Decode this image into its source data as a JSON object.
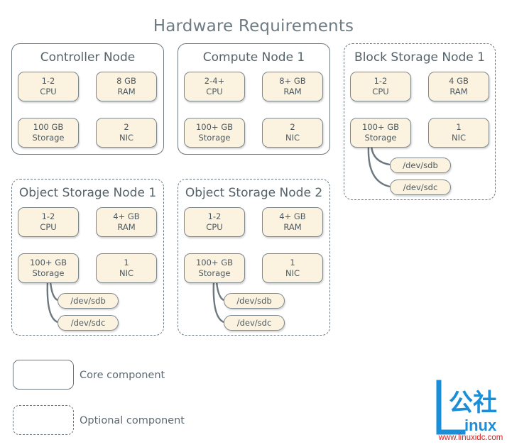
{
  "title": "Hardware Requirements",
  "nodes": {
    "controller": {
      "title": "Controller Node",
      "cpu": [
        "1-2",
        "CPU"
      ],
      "ram": [
        "8 GB",
        "RAM"
      ],
      "storage": [
        "100 GB",
        "Storage"
      ],
      "nic": [
        "2",
        "NIC"
      ]
    },
    "compute": {
      "title": "Compute Node 1",
      "cpu": [
        "2-4+",
        "CPU"
      ],
      "ram": [
        "8+ GB",
        "RAM"
      ],
      "storage": [
        "100+ GB",
        "Storage"
      ],
      "nic": [
        "2",
        "NIC"
      ]
    },
    "block": {
      "title": "Block Storage Node 1",
      "cpu": [
        "1-2",
        "CPU"
      ],
      "ram": [
        "4 GB",
        "RAM"
      ],
      "storage": [
        "100+ GB",
        "Storage"
      ],
      "nic": [
        "1",
        "NIC"
      ],
      "disks": [
        "/dev/sdb",
        "/dev/sdc"
      ]
    },
    "object1": {
      "title": "Object Storage Node 1",
      "cpu": [
        "1-2",
        "CPU"
      ],
      "ram": [
        "4+ GB",
        "RAM"
      ],
      "storage": [
        "100+ GB",
        "Storage"
      ],
      "nic": [
        "1",
        "NIC"
      ],
      "disks": [
        "/dev/sdb",
        "/dev/sdc"
      ]
    },
    "object2": {
      "title": "Object Storage Node 2",
      "cpu": [
        "1-2",
        "CPU"
      ],
      "ram": [
        "4+ GB",
        "RAM"
      ],
      "storage": [
        "100+ GB",
        "Storage"
      ],
      "nic": [
        "1",
        "NIC"
      ],
      "disks": [
        "/dev/sdb",
        "/dev/sdc"
      ]
    }
  },
  "legend": {
    "core": "Core component",
    "optional": "Optional component"
  },
  "watermark": {
    "chars": "公社",
    "word": "inux",
    "url": "www.linuxidc.com"
  },
  "colors": {
    "chip_fill": "#fbf3df",
    "border": "#6c7880",
    "watermark_blue": "#1a8fd8",
    "watermark_red": "#e0201d"
  }
}
